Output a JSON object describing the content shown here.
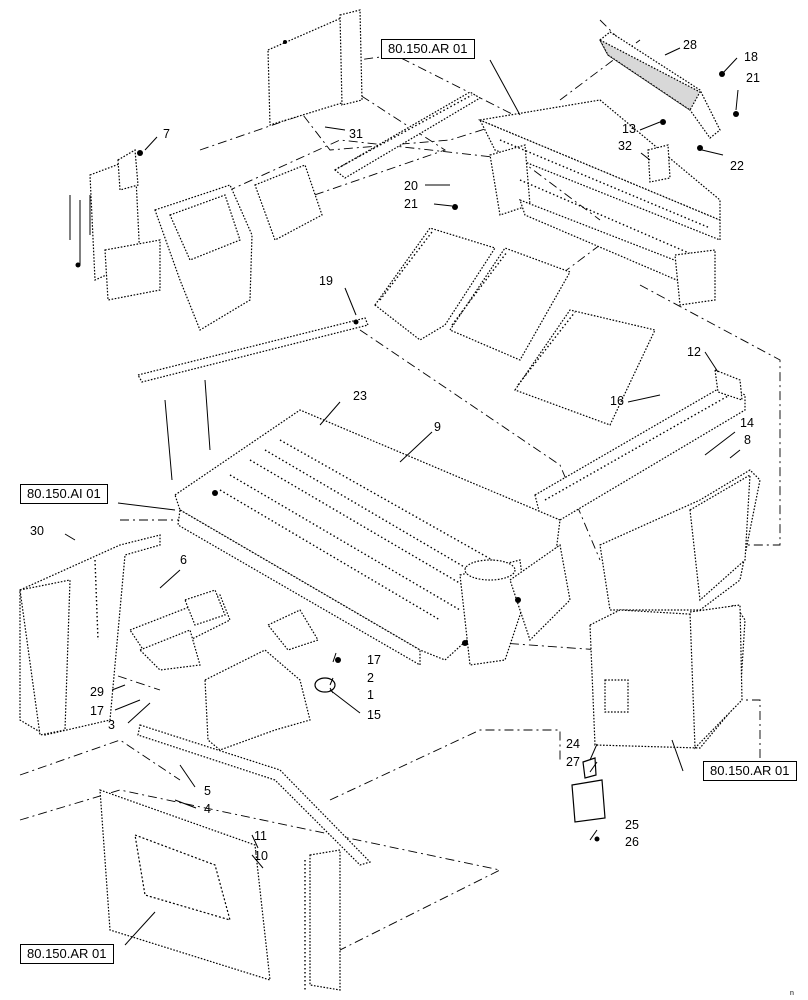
{
  "refs": {
    "top": "80.150.AR 01",
    "left_mid": "80.150.AI 01",
    "right_mid": "80.150.AR 01",
    "bottom_left": "80.150.AR 01"
  },
  "callouts": [
    "28",
    "18",
    "21",
    "13",
    "22",
    "32",
    "20",
    "21",
    "31",
    "7",
    "19",
    "12",
    "16",
    "14",
    "8",
    "23",
    "9",
    "30",
    "6",
    "17",
    "2",
    "1",
    "15",
    "29",
    "17",
    "3",
    "5",
    "4",
    "11",
    "10",
    "24",
    "27",
    "25",
    "26"
  ],
  "corner_mark": "n"
}
